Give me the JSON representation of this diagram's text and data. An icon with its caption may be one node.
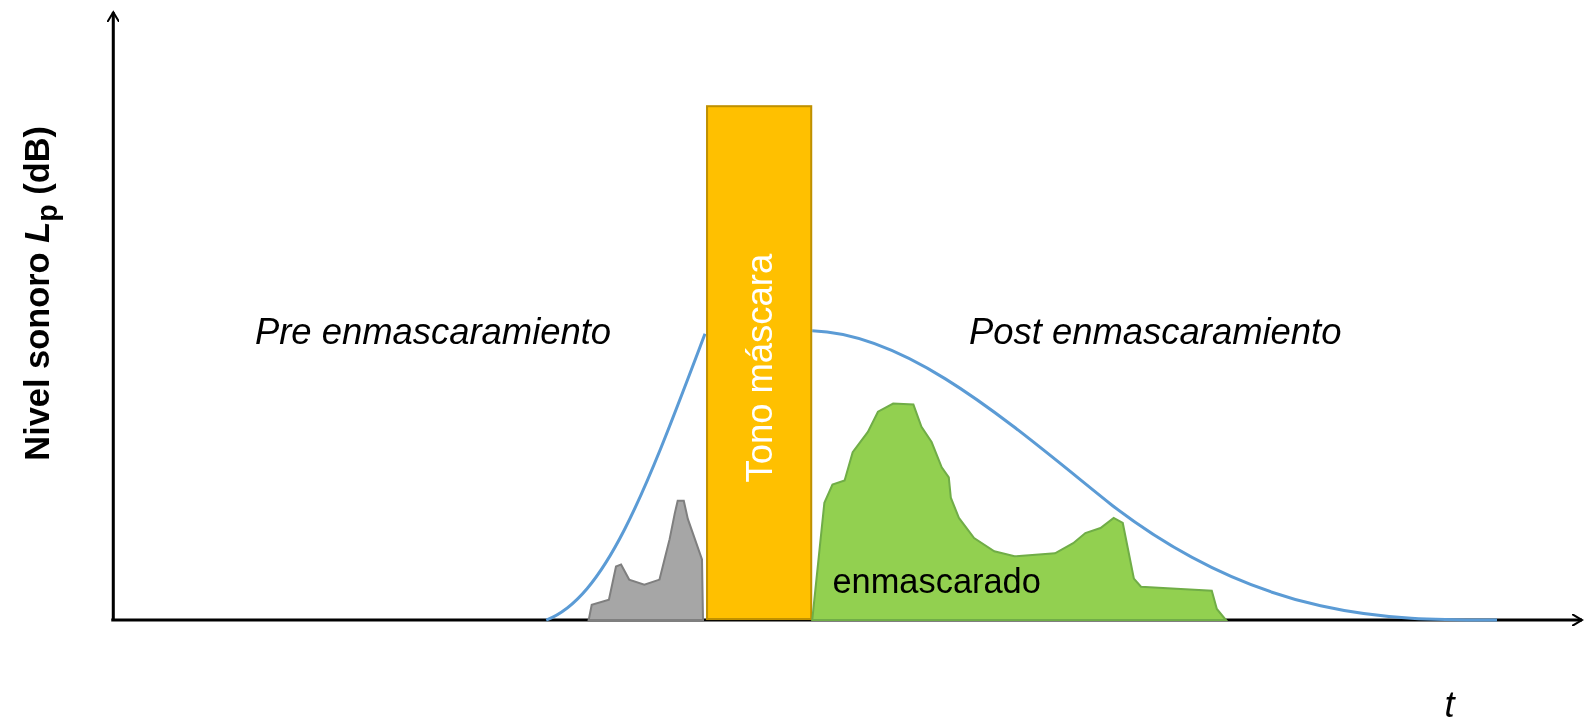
{
  "diagram": {
    "nodes": [
      {
        "text": [],
        "shape": "area"
      },
      {
        "text": [
          "Tono máscara"
        ]
      },
      {
        "text": [
          "enmascarado"
        ]
      }
    ],
    "edges": [],
    "labels": [
      "Nivel sonoro *L*$_{p}$ (dB)",
      "Pre enmascaramiento",
      "Post enmascaramiento",
      "t"
    ]
  }
}
